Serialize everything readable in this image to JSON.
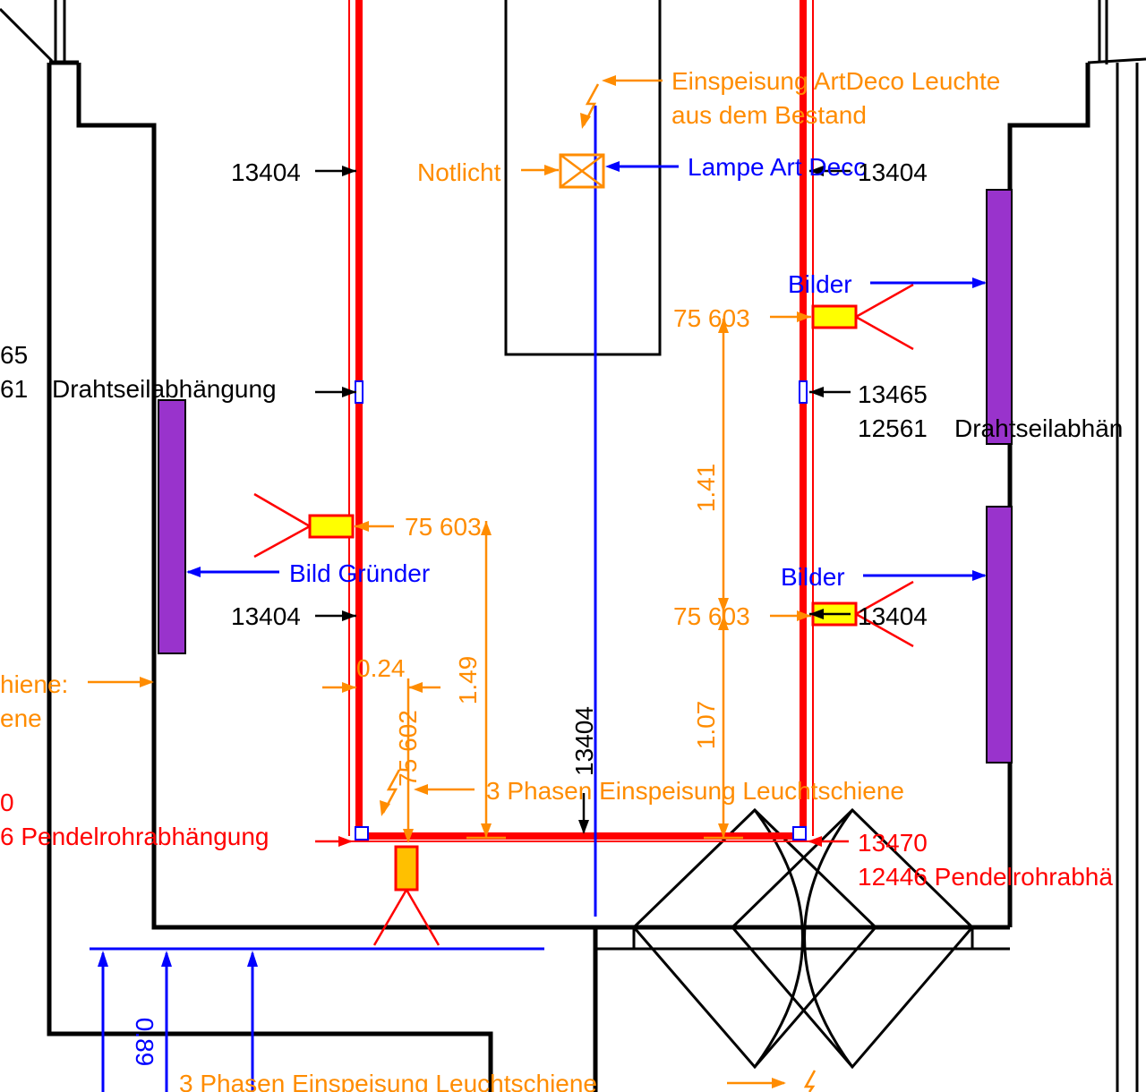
{
  "labels": {
    "einspeisung_artdeco_line1": "Einspeisung ArtDeco Leuchte",
    "einspeisung_artdeco_line2": "aus dem Bestand",
    "notlicht": "Notlicht",
    "lampe_art_deco": "Lampe Art Deco",
    "bilder_top": "Bilder",
    "bilder_bottom": "Bilder",
    "bild_gruender": "Bild Gründer",
    "drahtseil_left_code1": "65",
    "drahtseil_left_code2": "61",
    "drahtseil_left_text": "Drahtseilabhängung",
    "drahtseil_right_code1": "13465",
    "drahtseil_right_code2": "12561",
    "drahtseil_right_text": "Drahtseilabhän",
    "code_13404_top_left": "13404",
    "code_13404_top_right": "13404",
    "code_13404_mid_left": "13404",
    "code_13404_mid_right": "13404",
    "code_13404_vertical": "13404",
    "lamp_75603_top_right": "75 603",
    "lamp_75603_left": "75 603",
    "lamp_75603_bottom_right": "75 603",
    "lamp_75602": "75 602",
    "dim_141": "1.41",
    "dim_149": "1.49",
    "dim_107": "1.07",
    "dim_024": "0.24",
    "dim_089": "0.89",
    "einspeisung_3phasen": "3 Phasen Einspeisung Leuchtschiene",
    "einspeisung_3phasen_bottom": "3 Phasen Einspeisung Leuchtschiene",
    "schiene_left_line1": "hiene:",
    "schiene_left_line2": "ene",
    "pendel_left_code": "0",
    "pendel_left_text": "6 Pendelrohrabhängung",
    "pendel_right_code": "13470",
    "pendel_right_text": "12446 Pendelrohrabhä"
  },
  "colors": {
    "rail": "#ff0000",
    "lighting_annotation": "#ff8c00",
    "object_annotation": "#0000ff",
    "walls": "#000000",
    "lamp_fill": "#ffff00",
    "picture_fill": "#9933cc"
  }
}
